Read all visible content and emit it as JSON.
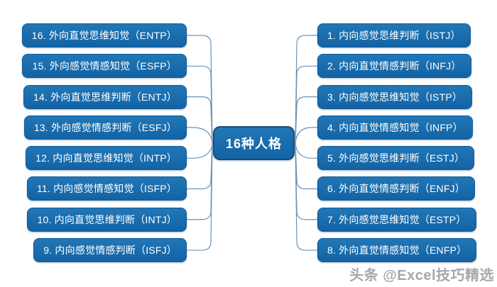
{
  "colors": {
    "canvas_background": "#ffffff",
    "node_fill_top": "#2277b6",
    "node_fill_bottom": "#1263a5",
    "node_border": "#0e5c9c",
    "root_border": "#1c4a78",
    "node_text": "#ffffff",
    "connector": "#6b93b7",
    "watermark_text": "#9e9e9e"
  },
  "mindmap": {
    "root": {
      "label": "16种人格"
    },
    "left_branches": [
      "16. 外向直觉思维知觉（ENTP）",
      "15. 外向感觉情感知觉（ESFP）",
      "14. 外向直觉思维判断（ENTJ）",
      "13. 外向感觉情感判断（ESFJ）",
      "12. 内向直觉思维知觉（INTP）",
      "11. 内向感觉情感知觉（ISFP）",
      "10. 内向直觉思维判断（INTJ）",
      "9. 内向感觉情感判断（ISFJ）"
    ],
    "right_branches": [
      "1. 内向感觉思维判断（ISTJ）",
      "2. 内向直觉情感判断（INFJ）",
      "3. 内向感觉思维知觉（ISTP）",
      "4. 内向直觉情感知觉（INFP）",
      "5. 外向感觉思维判断（ESTJ）",
      "6. 外向直觉情感判断（ENFJ）",
      "7. 外向感觉思维知觉（ESTP）",
      "8. 外向直觉情感知觉（ENFP）"
    ]
  },
  "watermark": {
    "text": "头条 @Excel技巧精选"
  }
}
